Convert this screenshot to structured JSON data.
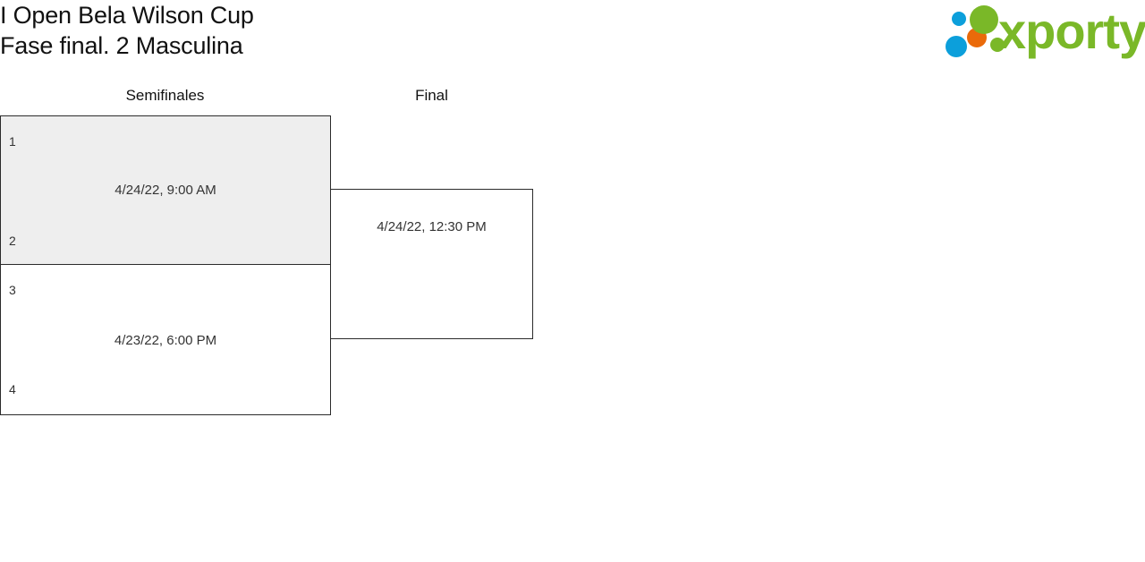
{
  "header": {
    "title_line1": "I Open Bela Wilson Cup",
    "title_line2": "Fase final. 2 Masculina",
    "logo": {
      "wordmark": "xporty",
      "dot_blue": "#0c9fdb",
      "dot_orange": "#ea6a0a",
      "dot_green": "#7ab828",
      "wordmark_color": "#7ab828"
    }
  },
  "bracket": {
    "rounds": [
      {
        "name": "semifinales",
        "label": "Semifinales"
      },
      {
        "name": "final",
        "label": "Final"
      }
    ],
    "matches": [
      {
        "id": "semifinal-1",
        "round": "Semifinales",
        "seed_top": "1",
        "seed_bottom": "2",
        "datetime": "4/24/22, 9:00 AM",
        "shaded": true,
        "shade_color": "#eeeeee"
      },
      {
        "id": "semifinal-2",
        "round": "Semifinales",
        "seed_top": "3",
        "seed_bottom": "4",
        "datetime": "4/23/22, 6:00 PM",
        "shaded": false,
        "shade_color": "#ffffff"
      },
      {
        "id": "final-1",
        "round": "Final",
        "seed_top": "",
        "seed_bottom": "",
        "datetime": "4/24/22, 12:30 PM",
        "shaded": false,
        "shade_color": "#ffffff"
      }
    ],
    "border_color": "#2b2b2b"
  }
}
